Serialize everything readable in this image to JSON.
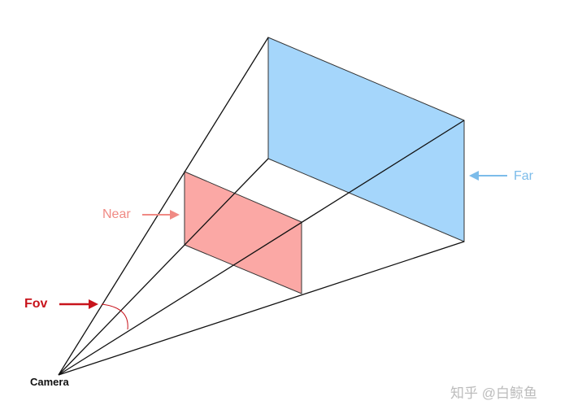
{
  "labels": {
    "near": "Near",
    "far": "Far",
    "fov": "Fov",
    "camera": "Camera",
    "watermark": "知乎 @白鲸鱼"
  },
  "colors": {
    "near_fill": "#fba8a5",
    "far_fill": "#a5d6fb",
    "near_label": "#f08a84",
    "far_label": "#7cbcea",
    "fov_label": "#c8141c",
    "line": "#111111"
  }
}
